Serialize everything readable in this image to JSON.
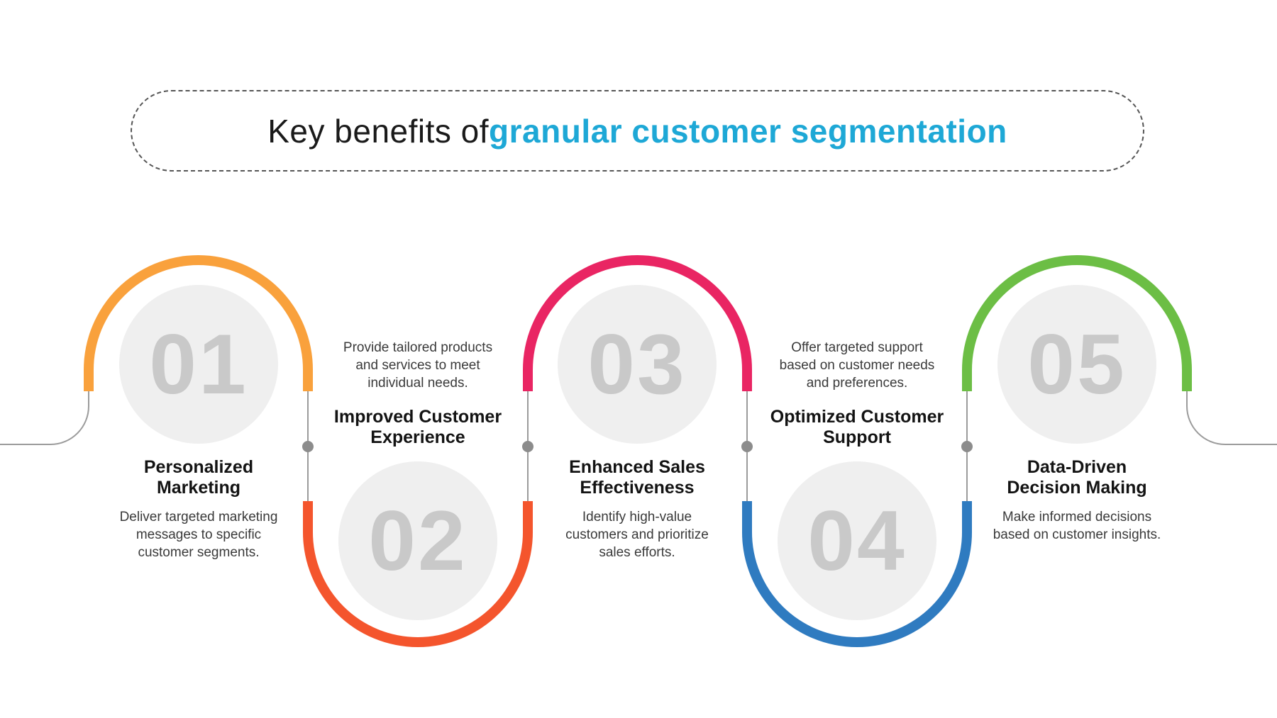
{
  "title": {
    "prefix": "Key benefits of ",
    "highlight": "granular customer segmentation",
    "highlight_color": "#1ea8d6"
  },
  "items": [
    {
      "number": "01",
      "heading": [
        "Personalized",
        "Marketing"
      ],
      "description": [
        "Deliver targeted marketing",
        "messages to specific",
        "customer segments."
      ],
      "color": "#F9A13C"
    },
    {
      "number": "02",
      "heading": [
        "Improved Customer",
        "Experience"
      ],
      "description": [
        "Provide tailored products",
        "and services to meet",
        "individual needs."
      ],
      "color": "#F4552D"
    },
    {
      "number": "03",
      "heading": [
        "Enhanced Sales",
        "Effectiveness"
      ],
      "description": [
        "Identify high-value",
        "customers and prioritize",
        "sales efforts."
      ],
      "color": "#E92563"
    },
    {
      "number": "04",
      "heading": [
        "Optimized Customer",
        "Support"
      ],
      "description": [
        "Offer targeted support",
        "based on customer needs",
        "and preferences."
      ],
      "color": "#2F7BC0"
    },
    {
      "number": "05",
      "heading": [
        "Data-Driven",
        "Decision Making"
      ],
      "description": [
        "Make informed decisions",
        "based on customer insights."
      ],
      "color": "#6CBE45"
    }
  ]
}
